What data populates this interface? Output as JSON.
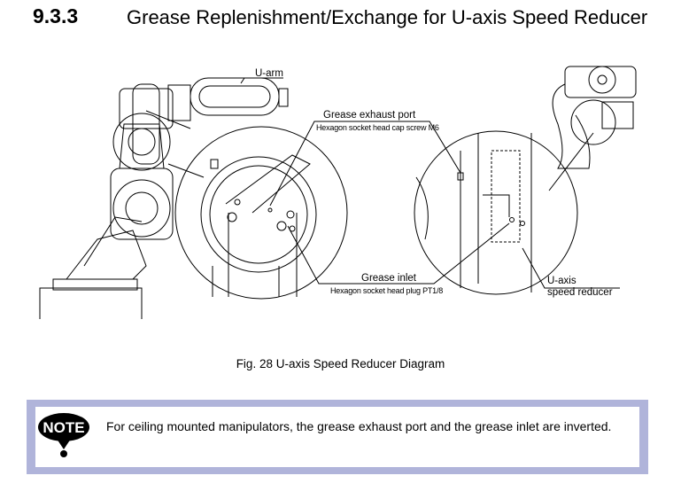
{
  "section": {
    "number": "9.3.3",
    "title": "Grease Replenishment/Exchange for U-axis Speed Reducer"
  },
  "figure": {
    "labels": {
      "u_arm": "U-arm",
      "exhaust": "Grease exhaust port",
      "exhaust_sub": "Hexagon socket head cap screw M6",
      "inlet": "Grease inlet",
      "inlet_sub": "Hexagon socket head plug PT1/8",
      "reducer_1": "U-axis",
      "reducer_2": "speed reducer"
    },
    "caption": "Fig. 28  U-axis Speed Reducer Diagram"
  },
  "note": {
    "icon_label": "NOTE",
    "text": "For ceiling mounted manipulators, the grease exhaust port and the grease inlet are inverted."
  }
}
